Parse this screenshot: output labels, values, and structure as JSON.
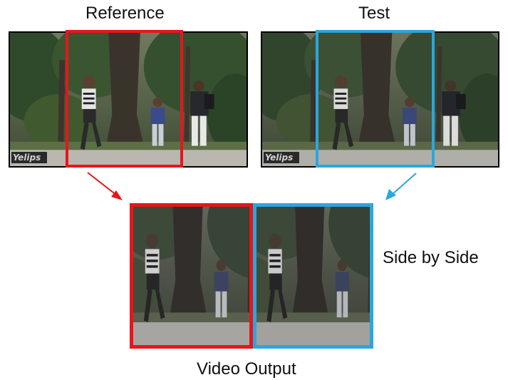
{
  "labels": {
    "reference": "Reference",
    "test": "Test",
    "side_by_side": "Side by Side",
    "video_output": "Video Output"
  },
  "watermark": "Yelips",
  "colors": {
    "reference_accent": "#e8151b",
    "test_accent": "#2aa7dd"
  }
}
